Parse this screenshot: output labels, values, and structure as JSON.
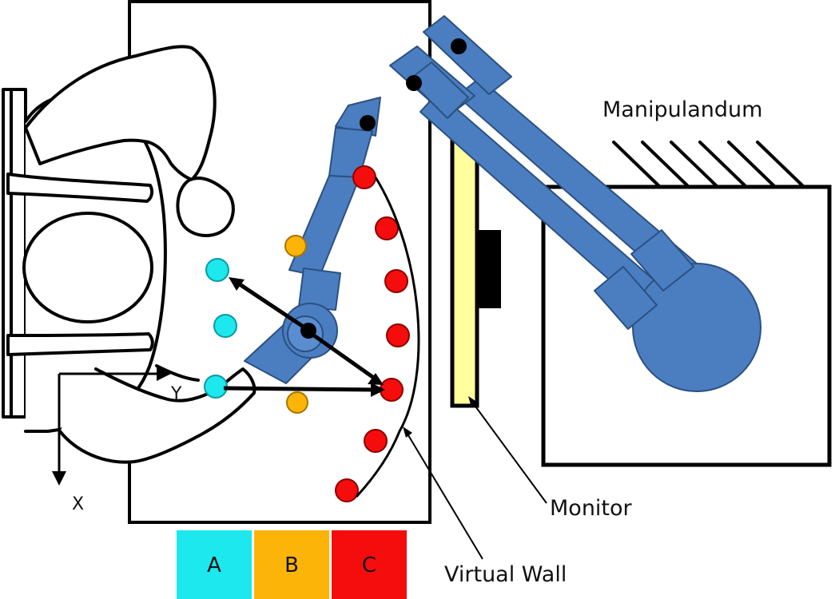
{
  "labels": {
    "manipulandum": "Manipulandum",
    "monitor": "Monitor",
    "virtual_wall": "Virtual Wall",
    "axis_x": "X",
    "axis_y": "Y"
  },
  "legend": [
    {
      "label": "A",
      "color": "#1ce8ee"
    },
    {
      "label": "B",
      "color": "#fdb408"
    },
    {
      "label": "C",
      "color": "#f50d0d"
    }
  ],
  "colors": {
    "robot_blue": "#4a7ec1",
    "robot_stroke": "#2c5080",
    "target_a": "#1ce8ee",
    "target_b": "#fdb408",
    "target_c": "#f50d0d",
    "monitor_screen": "#ffff9e",
    "outline": "#000000"
  },
  "icons": [
    "person-top-view",
    "robot-arm-manipulandum",
    "monitor-side-view"
  ]
}
